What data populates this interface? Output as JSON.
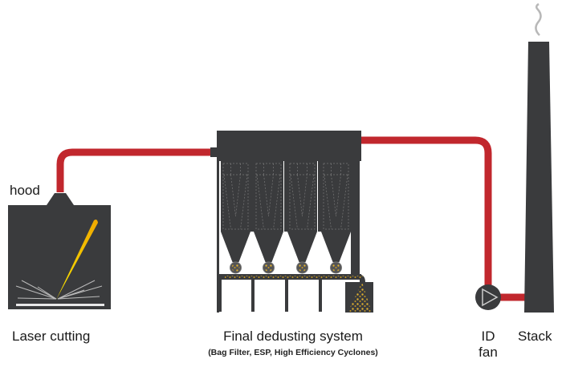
{
  "colors": {
    "equipment": "#3a3b3d",
    "duct": "#c1272d",
    "dust": "#e0b030",
    "laser": "#f5c400",
    "smoke": "#b8b8b8"
  },
  "labels": {
    "hood": "hood",
    "laser_cutting": "Laser cutting",
    "final_dedusting": "Final dedusting system",
    "final_dedusting_sub": "(Bag Filter, ESP, High Efficiency Cyclones)",
    "id_fan_line1": "ID",
    "id_fan_line2": "fan",
    "stack": "Stack"
  }
}
